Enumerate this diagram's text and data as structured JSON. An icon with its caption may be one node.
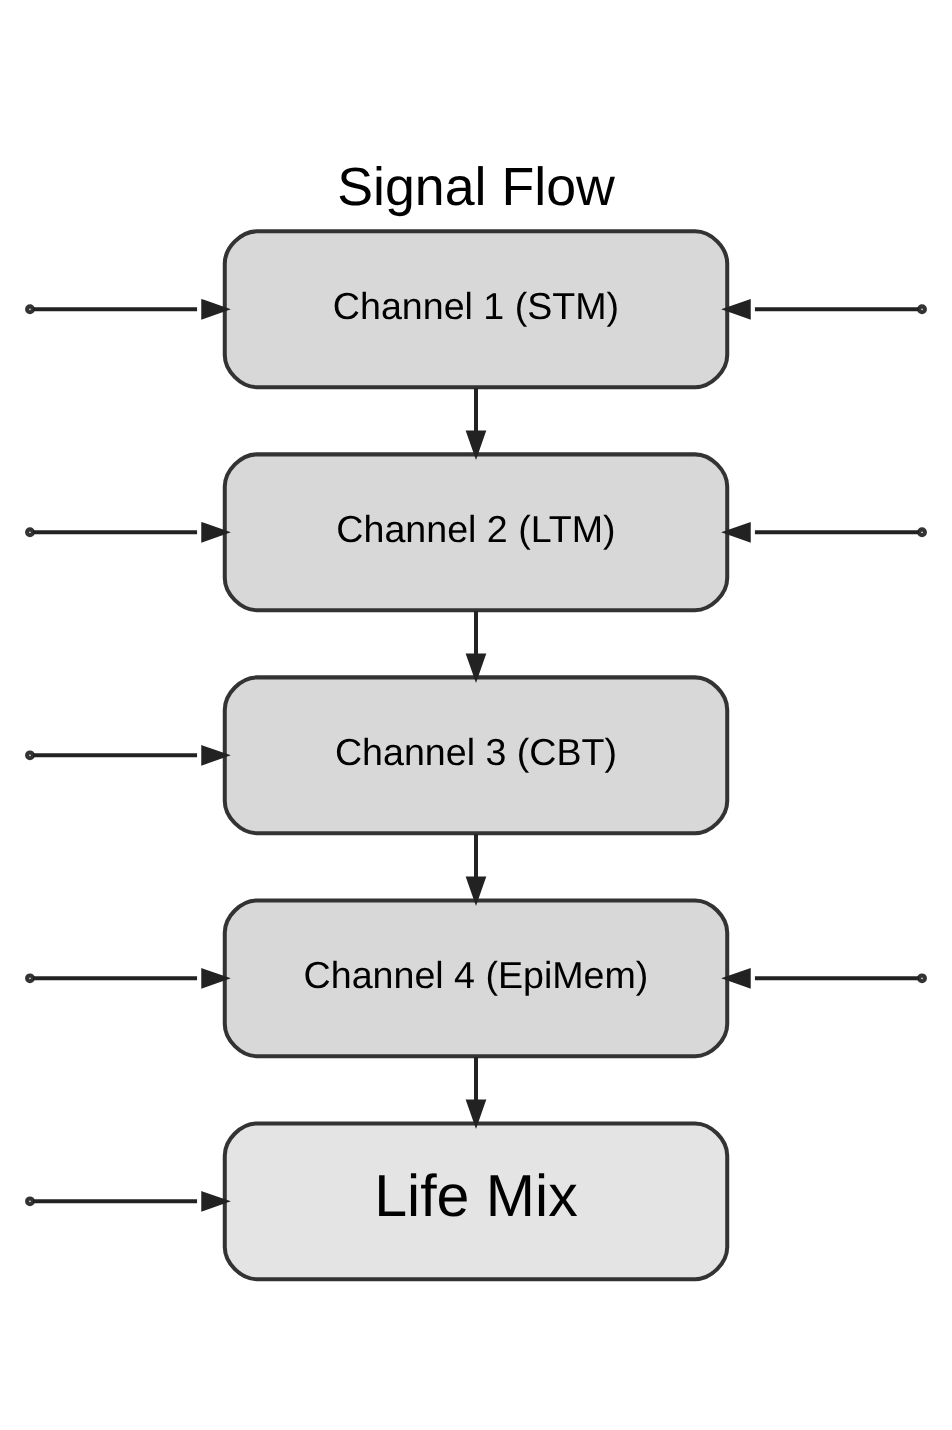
{
  "diagram": {
    "title": "Signal Flow",
    "nodes": [
      {
        "text": [
          "Channel 1 (STM)"
        ]
      },
      {
        "text": [
          "Channel 2 (LTM)"
        ]
      },
      {
        "text": [
          "Channel 3 (CBT)"
        ]
      },
      {
        "text": [
          "Channel 4 (EpiMem)"
        ]
      },
      {
        "text": [
          "Life Mix"
        ]
      }
    ],
    "edges": [
      {
        "from": 0,
        "to": 1,
        "arrow": "to"
      },
      {
        "from": 1,
        "to": 2,
        "arrow": "to"
      },
      {
        "from": 2,
        "to": 3,
        "arrow": "to"
      },
      {
        "from": 3,
        "to": 4,
        "arrow": "to"
      },
      {
        "from": null,
        "to": 0,
        "arrow": "to"
      },
      {
        "from": null,
        "to": 1,
        "arrow": "to"
      },
      {
        "from": null,
        "to": 2,
        "arrow": "to"
      },
      {
        "from": null,
        "to": 3,
        "arrow": "to"
      },
      {
        "from": null,
        "to": 4,
        "arrow": "to"
      },
      {
        "from": null,
        "to": 0,
        "arrow": "to"
      },
      {
        "from": null,
        "to": 1,
        "arrow": "to"
      },
      {
        "from": null,
        "to": 3,
        "arrow": "to"
      }
    ]
  }
}
